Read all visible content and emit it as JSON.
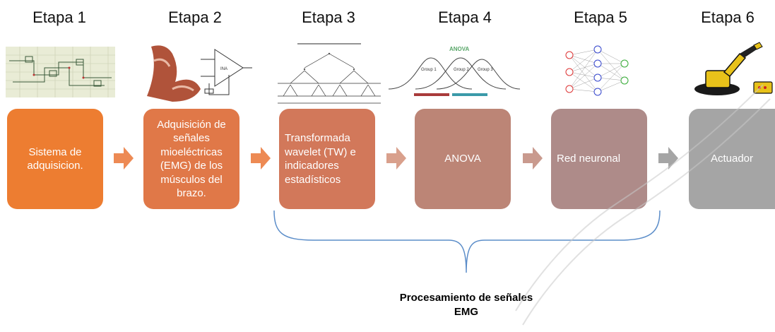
{
  "stages": [
    {
      "title": "Etapa 1",
      "box": "Sistema de adquisicion.",
      "color": "#ED7D31",
      "icon": "circuit-schematic-icon"
    },
    {
      "title": "Etapa 2",
      "box": "Adquisición de señales mioeléctricas (EMG) de los músculos del brazo.",
      "color": "#E07848",
      "icon": "arm-emg-amplifier-icon"
    },
    {
      "title": "Etapa 3",
      "box": "Transformada wavelet (TW) e indicadores estadísticos",
      "color": "#D2785A",
      "icon": "wavelet-tree-icon"
    },
    {
      "title": "Etapa 4",
      "box": "ANOVA",
      "color": "#BC8576",
      "icon": "anova-curves-icon"
    },
    {
      "title": "Etapa 5",
      "box": "Red neuronal",
      "color": "#AE8B89",
      "icon": "neural-network-icon"
    },
    {
      "title": "Etapa 6",
      "box": "Actuador",
      "color": "#A5A5A5",
      "icon": "robotic-arm-icon"
    }
  ],
  "arrow_color": "#ED8A54",
  "arrow_color_gray": "#A5A5A5",
  "brace_label": "Procesamiento de señales EMG",
  "anova_image_title": "ANOVA",
  "anova_groups": [
    "Group 1",
    "Group 2",
    "Group 3"
  ]
}
